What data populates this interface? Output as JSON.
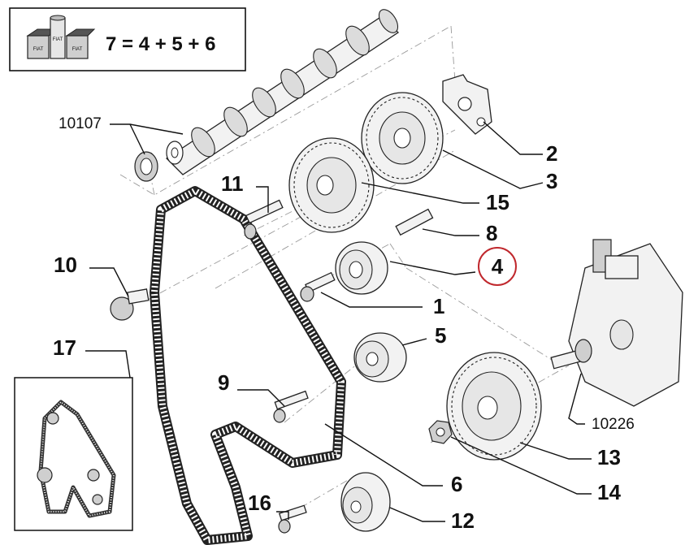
{
  "formula": {
    "text": "7 = 4 + 5 + 6",
    "box_icons": [
      "FIAT-icon",
      "FIAT-icon",
      "FIAT-icon"
    ],
    "icon_text": "FIAT"
  },
  "highlight_color": "#c0282d",
  "callouts": {
    "p1": "1",
    "p2": "2",
    "p3": "3",
    "p4": "4",
    "p5": "5",
    "p6": "6",
    "p8": "8",
    "p9": "9",
    "p10": "10",
    "p11": "11",
    "p12": "12",
    "p13": "13",
    "p14": "14",
    "p15": "15",
    "p16": "16",
    "p17": "17",
    "p10107": "10107",
    "p10226": "10226"
  }
}
